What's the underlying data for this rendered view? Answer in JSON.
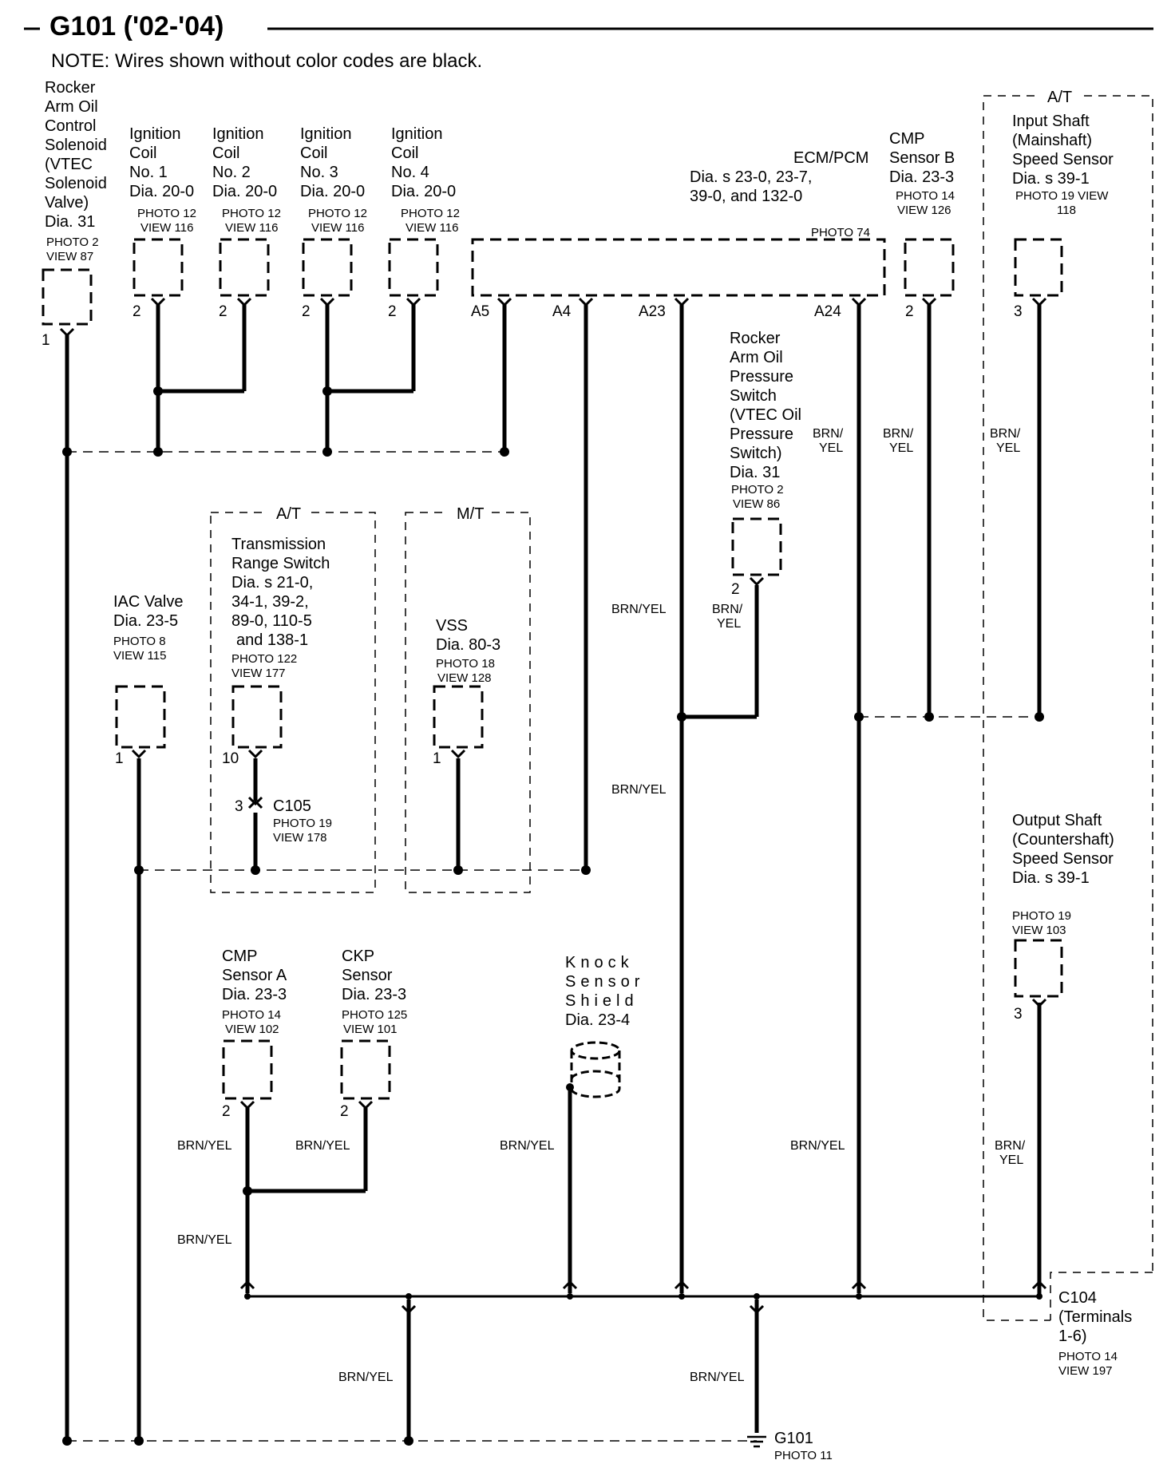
{
  "title": "G101 ('02-'04)",
  "note": "NOTE: Wires shown without color codes are black.",
  "components": {
    "rocker_solenoid": {
      "lines": [
        "Rocker",
        "Arm Oil",
        "Control",
        "Solenoid",
        "(VTEC",
        "Solenoid",
        "Valve)",
        "Dia. 31"
      ],
      "photo": "PHOTO 2",
      "view": "VIEW 87",
      "pin": "1"
    },
    "coil1": {
      "lines": [
        "Ignition",
        "Coil",
        "No. 1",
        "Dia. 20-0"
      ],
      "photo": "PHOTO 12",
      "view": "VIEW 116",
      "pin": "2"
    },
    "coil2": {
      "lines": [
        "Ignition",
        "Coil",
        "No. 2",
        "Dia. 20-0"
      ],
      "photo": "PHOTO 12",
      "view": "VIEW 116",
      "pin": "2"
    },
    "coil3": {
      "lines": [
        "Ignition",
        "Coil",
        "No. 3",
        "Dia. 20-0"
      ],
      "photo": "PHOTO 12",
      "view": "VIEW 116",
      "pin": "2"
    },
    "coil4": {
      "lines": [
        "Ignition",
        "Coil",
        "No. 4",
        "Dia. 20-0"
      ],
      "photo": "PHOTO 12",
      "view": "VIEW 116",
      "pin": "2"
    },
    "ecm": {
      "lines": [
        "ECM/PCM",
        "Dia.  s 23-0, 23-7,",
        "39-0, and 132-0"
      ],
      "photo": "PHOTO 74",
      "pins": [
        "A5",
        "A4",
        "A23",
        "A24"
      ]
    },
    "cmp_b": {
      "lines": [
        "CMP",
        "Sensor B",
        "Dia.  23-3"
      ],
      "photo": "PHOTO 14",
      "view": "VIEW 126",
      "pin": "2"
    },
    "at_group_top": "A/T",
    "input_shaft": {
      "lines": [
        "Input Shaft",
        "(Mainshaft)",
        "Speed Sensor",
        "Dia.  s 39-1"
      ],
      "photo": "PHOTO 19 VIEW",
      "view": "118",
      "pin": "3"
    },
    "rocker_switch": {
      "lines": [
        "Rocker",
        "Arm Oil",
        "Pressure",
        "Switch",
        "(VTEC Oil",
        "Pressure",
        "Switch)",
        "Dia. 31"
      ],
      "photo": "PHOTO 2",
      "view": "VIEW 86",
      "pin": "2"
    },
    "iac": {
      "lines": [
        "IAC Valve",
        "Dia. 23-5"
      ],
      "photo": "PHOTO 8",
      "view": "VIEW 115",
      "pin": "1"
    },
    "at_group_mid": "A/T",
    "mt_group": "M/T",
    "trans_range": {
      "lines": [
        "Transmission",
        "Range Switch",
        "Dia.  s 21-0,",
        "34-1, 39-2,",
        "89-0, 110-5",
        "and 138-1"
      ],
      "photo": "PHOTO 122",
      "view": "VIEW 177",
      "pin": "10"
    },
    "c105": {
      "label": "C105",
      "photo": "PHOTO 19",
      "view": "VIEW 178",
      "pin": "3"
    },
    "vss": {
      "lines": [
        "VSS",
        "Dia. 80-3"
      ],
      "photo": "PHOTO 18",
      "view": "VIEW 128",
      "pin": "1"
    },
    "output_shaft": {
      "lines": [
        "Output Shaft",
        "(Countershaft)",
        "Speed Sensor",
        "Dia.  s 39-1"
      ],
      "photo": "PHOTO 19",
      "view": "VIEW 103",
      "pin": "3"
    },
    "cmp_a": {
      "lines": [
        "CMP",
        "Sensor A",
        "Dia. 23-3"
      ],
      "photo": "PHOTO 14",
      "view": "VIEW 102",
      "pin": "2"
    },
    "ckp": {
      "lines": [
        "CKP",
        "Sensor",
        "Dia. 23-3"
      ],
      "photo": "PHOTO 125",
      "view": "VIEW 101",
      "pin": "2"
    },
    "knock": {
      "lines": [
        "Knock",
        "Sensor",
        "Shield",
        "Dia. 23-4"
      ]
    },
    "c104": {
      "lines": [
        "C104",
        "(Terminals",
        "1-6)"
      ],
      "photo": "PHOTO 14",
      "view": "VIEW 197"
    },
    "g101": {
      "label": "G101",
      "photo": "PHOTO 11"
    }
  },
  "wire_labels": {
    "brn_yel": "BRN/YEL",
    "brn": "BRN/",
    "yel": "YEL"
  }
}
